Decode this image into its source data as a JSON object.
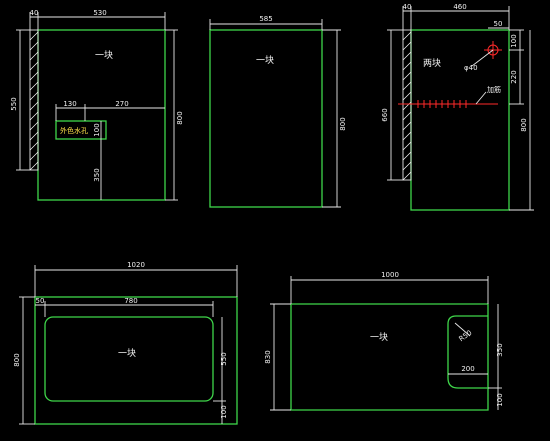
{
  "panels": {
    "p1": {
      "label": "一块",
      "dims": {
        "left_strip": "40",
        "top": "530",
        "inner_a": "130",
        "inner_b": "270",
        "left_h": "550",
        "right_h": "800",
        "inner_h": "100",
        "lower_h": "350"
      },
      "cutout_label": "外色水孔"
    },
    "p2": {
      "label": "一块",
      "dims": {
        "top": "585",
        "right_h": "800"
      }
    },
    "p3": {
      "label": "两块",
      "dims": {
        "left_strip": "40",
        "top": "460",
        "top_small": "50",
        "right_small": "100",
        "right_mid": "220",
        "left_h": "660",
        "right_h": "800"
      },
      "hole_label": "φ40",
      "note_label": "加筋"
    },
    "p4": {
      "label": "一块",
      "dims": {
        "top": "1020",
        "inner_left": "50",
        "inner_top": "780",
        "left_h": "800",
        "right_inner": "550",
        "right_bottom": "100"
      }
    },
    "p5": {
      "label": "一块",
      "dims": {
        "top": "1000",
        "left_h": "830",
        "radius": "R50",
        "right_h": "350",
        "notch_w": "200",
        "right_bottom": "100"
      }
    }
  }
}
